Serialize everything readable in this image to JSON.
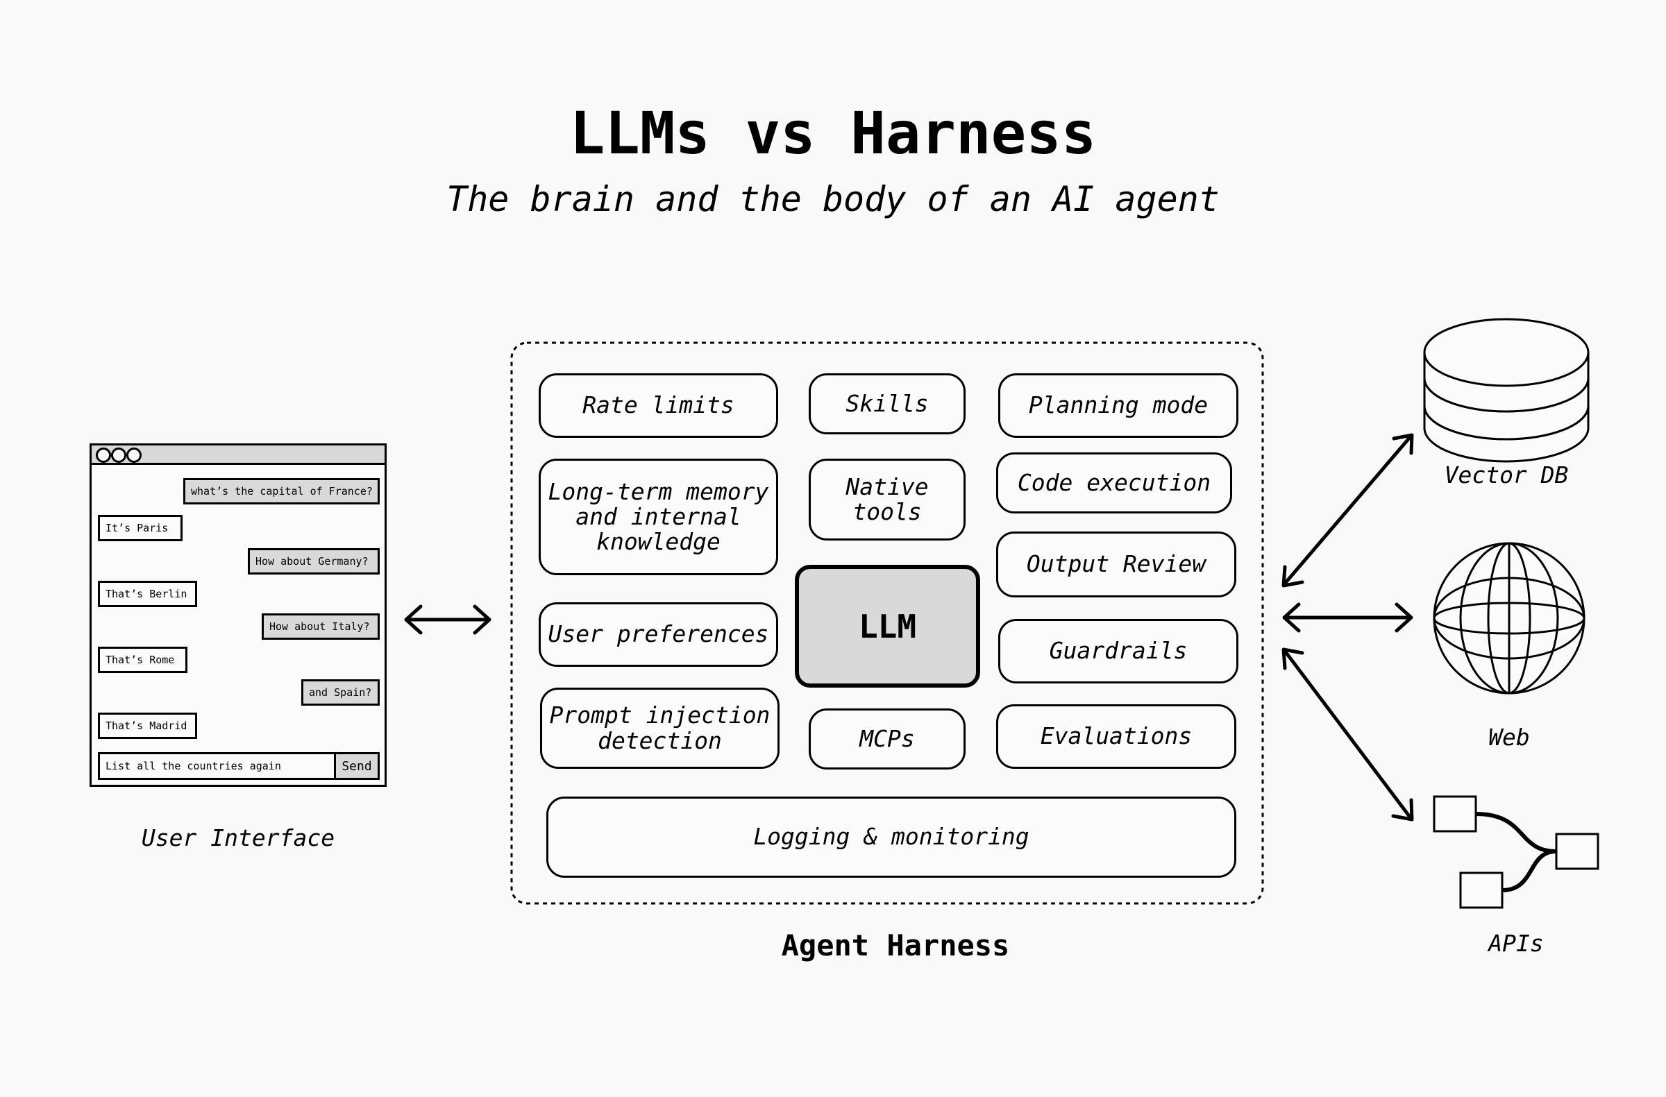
{
  "header": {
    "title": "LLMs vs Harness",
    "subtitle": "The brain and the body of an AI agent"
  },
  "user_interface": {
    "label": "User Interface",
    "messages": [
      {
        "role": "user",
        "text": "what’s the capital of France?"
      },
      {
        "role": "assistant",
        "text": "It’s Paris"
      },
      {
        "role": "user",
        "text": "How about Germany?"
      },
      {
        "role": "assistant",
        "text": "That’s Berlin"
      },
      {
        "role": "user",
        "text": "How about Italy?"
      },
      {
        "role": "assistant",
        "text": "That’s Rome"
      },
      {
        "role": "user",
        "text": "and Spain?"
      },
      {
        "role": "assistant",
        "text": "That’s Madrid"
      }
    ],
    "input_value": "List all the countries again",
    "send_label": "Send"
  },
  "harness": {
    "label": "Agent Harness",
    "center": "LLM",
    "components": {
      "rate_limits": "Rate limits",
      "skills": "Skills",
      "planning_mode": "Planning mode",
      "long_term_memory": "Long-term memory\nand internal\nknowledge",
      "native_tools": "Native\ntools",
      "code_execution": "Code execution",
      "output_review": "Output Review",
      "user_preferences": "User preferences",
      "guardrails": "Guardrails",
      "prompt_injection": "Prompt injection\ndetection",
      "mcps": "MCPs",
      "evaluations": "Evaluations",
      "logging": "Logging & monitoring"
    }
  },
  "external": {
    "vector_db": "Vector DB",
    "web": "Web",
    "apis": "APIs"
  },
  "colors": {
    "background": "#f9f9f9",
    "stroke": "#000000",
    "fill_gray": "#d9d9d9"
  },
  "icons": [
    "database-icon",
    "globe-icon",
    "api-nodes-icon",
    "window-dots-icon"
  ]
}
